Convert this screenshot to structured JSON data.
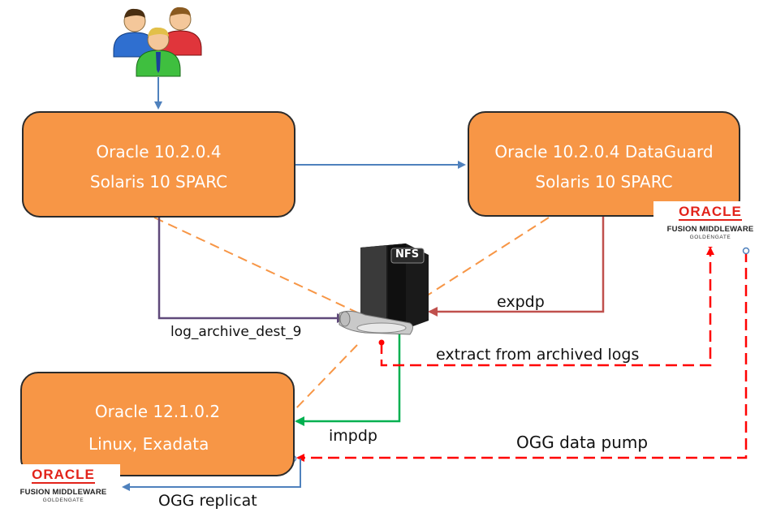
{
  "users_icon": "users-group-icon",
  "nfs_icon": "nfs-server-icon",
  "nfs_label": "NFS",
  "source_db": {
    "line1": "Oracle 10.2.0.4",
    "line2": "Solaris 10 SPARC"
  },
  "standby_db": {
    "line1": "Oracle 10.2.0.4 DataGuard",
    "line2": "Solaris 10 SPARC"
  },
  "target_db": {
    "line1": "Oracle 12.1.0.2",
    "line2": "Linux, Exadata"
  },
  "labels": {
    "log_archive": "log_archive_dest_9",
    "expdp": "expdp",
    "extract": "extract from archived logs",
    "impdp": "impdp",
    "pump": "OGG data pump",
    "replicat": "OGG replicat"
  },
  "logo": {
    "brand": "ORACLE",
    "product": "FUSION MIDDLEWARE",
    "sub": "GOLDENGATE"
  },
  "colors": {
    "box_fill": "#f79646",
    "blue": "#4f81bd",
    "purple": "#5f497a",
    "orange_dash": "#f79646",
    "dark_red": "#c0504d",
    "green": "#00b050",
    "red_dash": "#ff0000"
  }
}
